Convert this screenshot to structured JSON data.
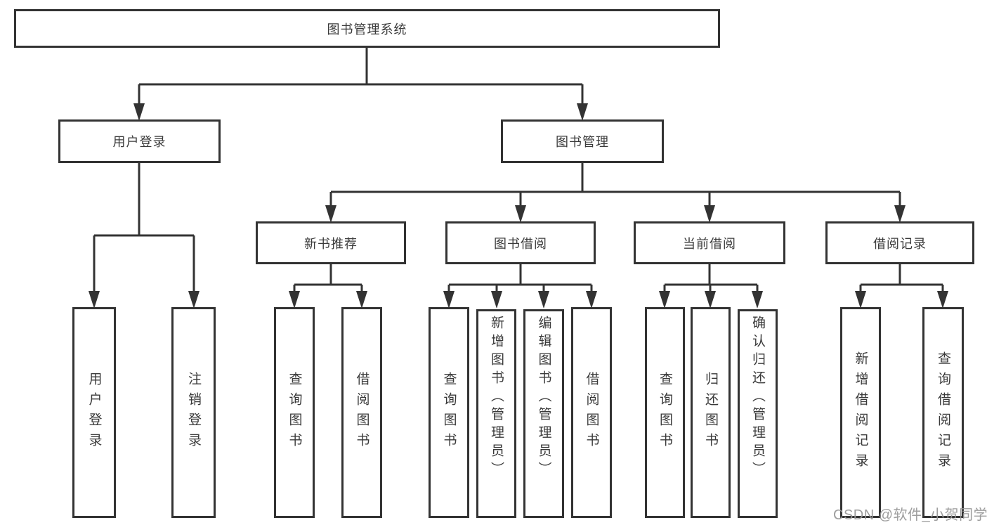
{
  "nodes": {
    "root": "图书管理系统",
    "userLogin": "用户登录",
    "bookMgmt": "图书管理",
    "newBooks": "新书推荐",
    "bookBorrow": "图书借阅",
    "currentBorrow": "当前借阅",
    "borrowRecords": "借阅记录",
    "leafUserLogin": "用户登录",
    "leafLogout": "注销登录",
    "leafNbQuery": "查询图书",
    "leafNbBorrow": "借阅图书",
    "leafBbQuery": "查询图书",
    "leafBbAdd": "新增图书（管理员）",
    "leafBbEdit": "编辑图书（管理员）",
    "leafBbBorrow": "借阅图书",
    "leafCbQuery": "查询图书",
    "leafCbReturn": "归还图书",
    "leafCbConfirm": "确认归还（管理员）",
    "leafBrAdd": "新增借阅记录",
    "leafBrQuery": "查询借阅记录"
  },
  "watermark": "CSDN @软件_小贺同学",
  "colors": {
    "line": "#333333",
    "text": "#3a3a3a",
    "watermark": "#989898",
    "background": "#ffffff"
  }
}
